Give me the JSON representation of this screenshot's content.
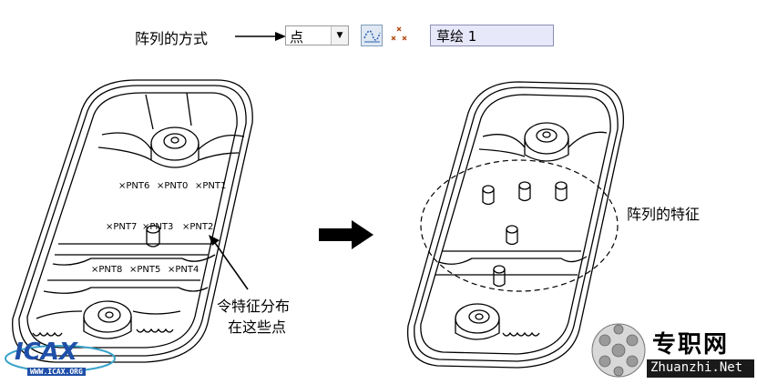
{
  "toolbar": {
    "caption": "阵列的方式",
    "pattern_type_value": "点",
    "sketch_icon": "sketch-curve-icon",
    "points_icon": "scatter-points-icon",
    "sketch_name_value": "草绘 1"
  },
  "left_model": {
    "points": [
      "PNT6",
      "PNT0",
      "PNT1",
      "PNT7",
      "PNT3",
      "PNT2",
      "PNT8",
      "PNT5",
      "PNT4"
    ],
    "callout_line1": "令特征分布",
    "callout_line2": "在这些点"
  },
  "right_model": {
    "callout": "阵列的特征"
  },
  "watermark": {
    "left_logo": "ICAX",
    "left_url": "WWW.ICAX.ORG",
    "right_title": "专职网",
    "right_url": "Zhuanzhi.Net"
  },
  "colors": {
    "field_bg": "#e8e8fb",
    "logo_blue": "#1f4fa8",
    "logo_teal": "#3aa3c9"
  }
}
